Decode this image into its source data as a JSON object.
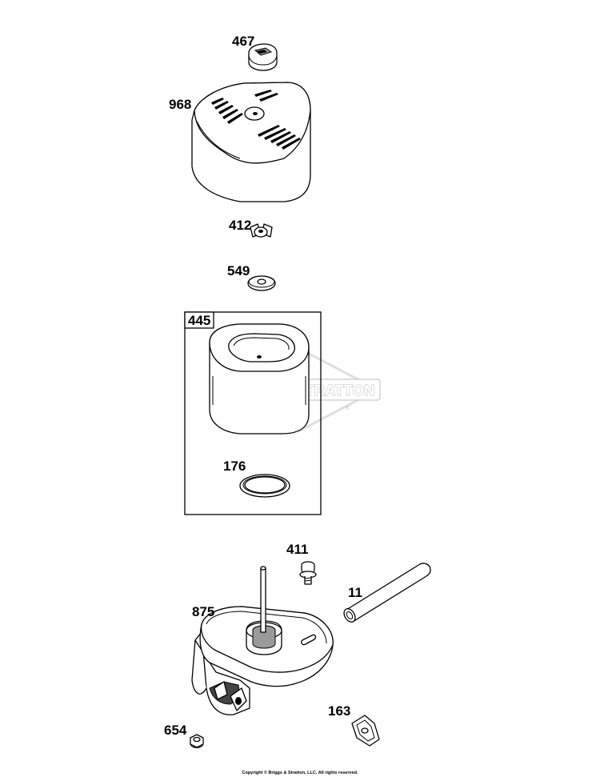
{
  "parts": [
    {
      "ref": "467",
      "name": "knob"
    },
    {
      "ref": "968",
      "name": "air-cleaner-cover"
    },
    {
      "ref": "412",
      "name": "wing-nut"
    },
    {
      "ref": "549",
      "name": "seal-washer"
    },
    {
      "ref": "445",
      "name": "air-filter-cartridge"
    },
    {
      "ref": "176",
      "name": "filter-seal-ring"
    },
    {
      "ref": "411",
      "name": "screw"
    },
    {
      "ref": "11",
      "name": "breather-tube"
    },
    {
      "ref": "875",
      "name": "air-cleaner-base"
    },
    {
      "ref": "163",
      "name": "gasket"
    },
    {
      "ref": "654",
      "name": "nut"
    }
  ],
  "watermark": "BRIGGS&STRATTON",
  "watermark_mark": "®",
  "copyright": "Copyright © Briggs & Stratton, LLC. All rights reserved."
}
